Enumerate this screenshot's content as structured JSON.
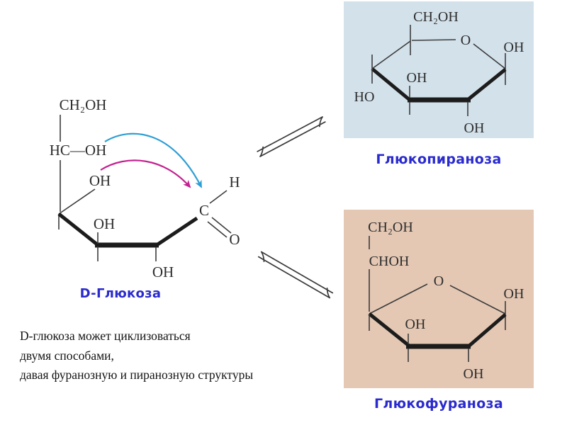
{
  "colors": {
    "background": "#ffffff",
    "pyranose_panel_bg": "#d3e1ea",
    "furanose_panel_bg": "#e4c8b4",
    "caption_blue": "#2a2ace",
    "structure_ink": "#2d2d2d",
    "arrow_cyan": "#2e9fd4",
    "arrow_magenta": "#c32290"
  },
  "open_chain": {
    "labels": {
      "ch2oh": "CH₂OH",
      "hc_oh": "HC—OH",
      "oh_upper": "OH",
      "oh_mid": "OH",
      "oh_bottom": "OH",
      "carbonyl_c": "C",
      "aldehyde_h": "H",
      "carbonyl_o": "O"
    },
    "caption": "D-Глюкоза"
  },
  "pyranose": {
    "labels": {
      "ch2oh": "CH₂OH",
      "ring_o": "O",
      "oh_anomeric": "OH",
      "ho_left": "HO",
      "oh_mid": "OH",
      "oh_bottom": "OH"
    },
    "caption": "Глюкопираноза"
  },
  "furanose": {
    "labels": {
      "ch2oh": "CH₂OH",
      "choh": "CHOH",
      "ring_o": "O",
      "oh_anomeric": "OH",
      "oh_mid": "OH",
      "oh_bottom": "OH"
    },
    "caption": "Глюкофураноза"
  },
  "footer": {
    "line1": "D-глюкоза может циклизоваться",
    "line2": "двумя способами,",
    "line3": "давая фуранозную и пиранозную структуры"
  }
}
